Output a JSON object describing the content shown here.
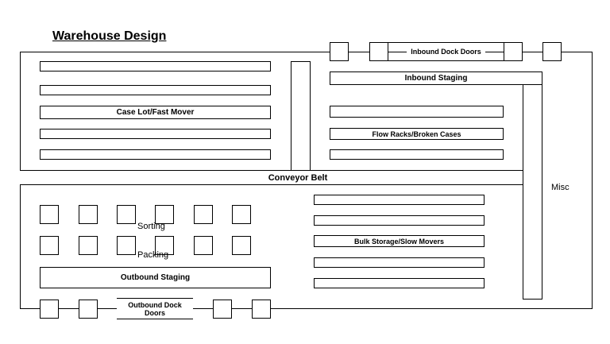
{
  "title": "Warehouse Design",
  "labels": {
    "inbound_dock_doors": "Inbound Dock Doors",
    "inbound_staging": "Inbound Staging",
    "case_lot": "Case Lot/Fast Mover",
    "flow_racks": "Flow Racks/Broken Cases",
    "conveyor": "Conveyor Belt",
    "misc": "Misc",
    "sorting": "Sorting",
    "packing": "Packing",
    "bulk_storage": "Bulk Storage/Slow Movers",
    "outbound_staging": "Outbound Staging",
    "outbound_dock_doors": "Outbound Dock Doors"
  }
}
